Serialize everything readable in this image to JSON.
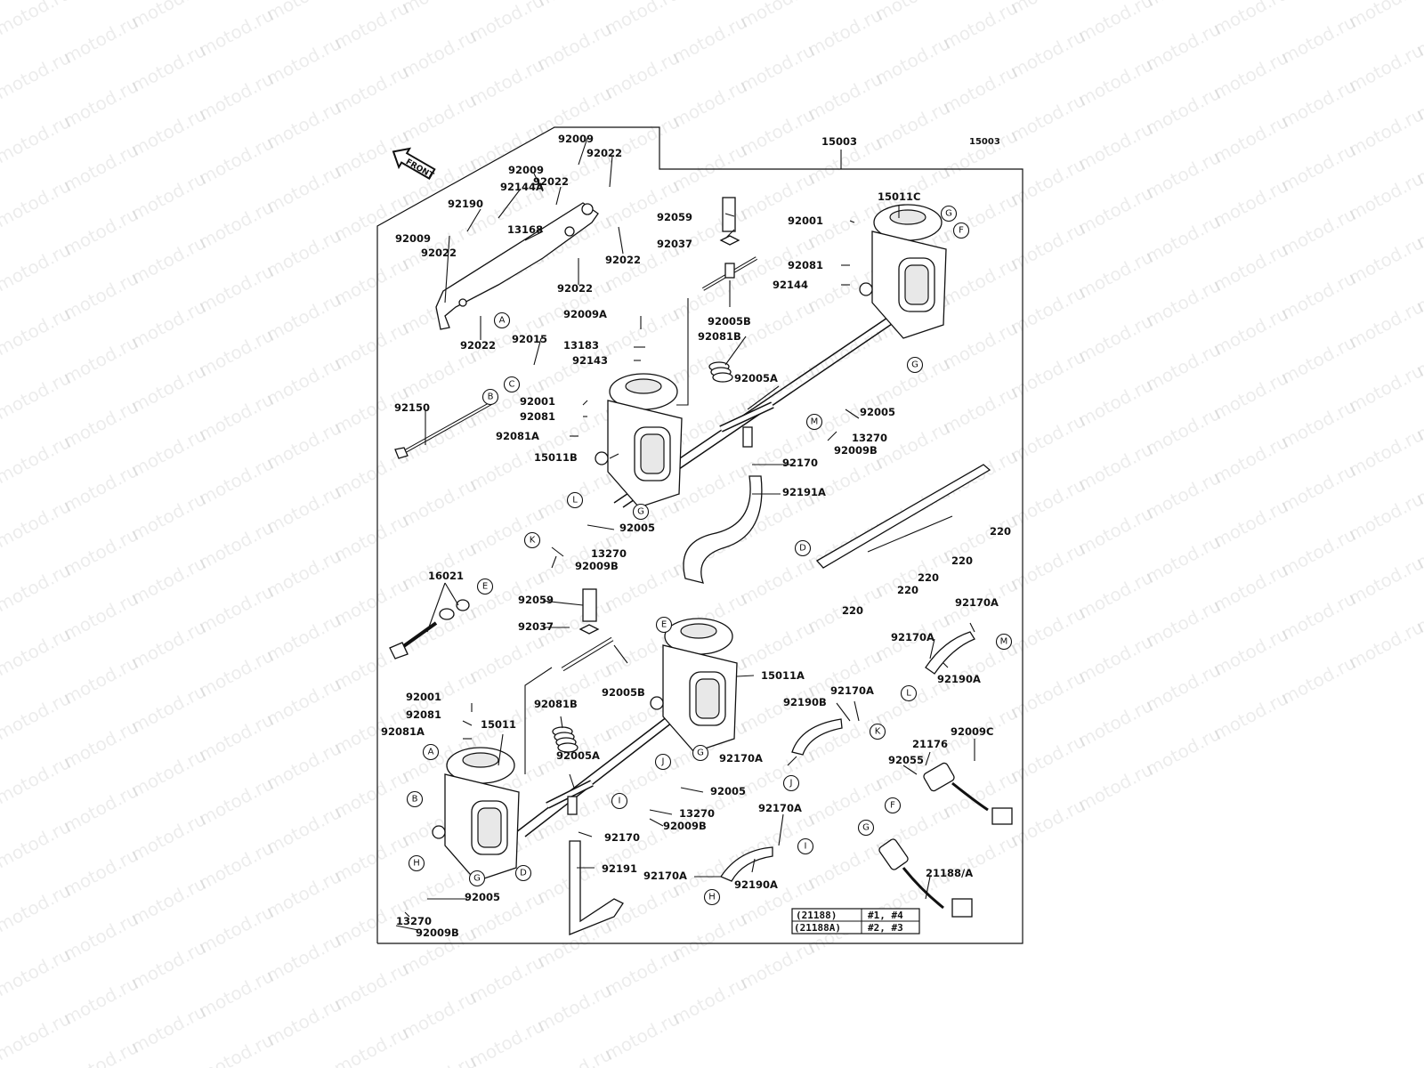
{
  "diagram_id": "E1611A",
  "watermark": "motod.ru",
  "front_label": "FRONT",
  "labels": [
    {
      "id": "p15003",
      "text": "15003"
    },
    {
      "id": "p92009-a",
      "text": "92009"
    },
    {
      "id": "p92022-a",
      "text": "92022"
    },
    {
      "id": "p92009-b",
      "text": "92009"
    },
    {
      "id": "p92144A",
      "text": "92144A"
    },
    {
      "id": "p92022-b",
      "text": "92022"
    },
    {
      "id": "p92190",
      "text": "92190"
    },
    {
      "id": "p13168",
      "text": "13168"
    },
    {
      "id": "p92009-c",
      "text": "92009"
    },
    {
      "id": "p92022-c",
      "text": "92022"
    },
    {
      "id": "p92022-d",
      "text": "92022"
    },
    {
      "id": "p92022-e",
      "text": "92022"
    },
    {
      "id": "p92022-f",
      "text": "92022"
    },
    {
      "id": "p92015",
      "text": "92015"
    },
    {
      "id": "p92150",
      "text": "92150"
    },
    {
      "id": "p92059-a",
      "text": "92059"
    },
    {
      "id": "p92037-a",
      "text": "92037"
    },
    {
      "id": "p92005B-a",
      "text": "92005B"
    },
    {
      "id": "p92009A",
      "text": "92009A"
    },
    {
      "id": "p13183",
      "text": "13183"
    },
    {
      "id": "p92081B-a",
      "text": "92081B"
    },
    {
      "id": "p92143",
      "text": "92143"
    },
    {
      "id": "p15011C",
      "text": "15011C"
    },
    {
      "id": "p92001-a",
      "text": "92001"
    },
    {
      "id": "p92081-a",
      "text": "92081"
    },
    {
      "id": "p92144",
      "text": "92144"
    },
    {
      "id": "p92005A-a",
      "text": "92005A"
    },
    {
      "id": "p92001-b",
      "text": "92001"
    },
    {
      "id": "p92081-b",
      "text": "92081"
    },
    {
      "id": "p92081A-a",
      "text": "92081A"
    },
    {
      "id": "p15011B",
      "text": "15011B"
    },
    {
      "id": "p92005-a",
      "text": "92005"
    },
    {
      "id": "p13270-a",
      "text": "13270"
    },
    {
      "id": "p92009B-a",
      "text": "92009B"
    },
    {
      "id": "p92170-a",
      "text": "92170"
    },
    {
      "id": "p92191A",
      "text": "92191A"
    },
    {
      "id": "p92005-b",
      "text": "92005"
    },
    {
      "id": "p13270-b",
      "text": "13270"
    },
    {
      "id": "p92009B-b",
      "text": "92009B"
    },
    {
      "id": "p220-a",
      "text": "220"
    },
    {
      "id": "p220-b",
      "text": "220"
    },
    {
      "id": "p220-c",
      "text": "220"
    },
    {
      "id": "p220-d",
      "text": "220"
    },
    {
      "id": "p220-e",
      "text": "220"
    },
    {
      "id": "p16021",
      "text": "16021"
    },
    {
      "id": "p92059-b",
      "text": "92059"
    },
    {
      "id": "p92037-b",
      "text": "92037"
    },
    {
      "id": "p92005B-b",
      "text": "92005B"
    },
    {
      "id": "p15011A",
      "text": "15011A"
    },
    {
      "id": "p92170A-a",
      "text": "92170A"
    },
    {
      "id": "p92170A-b",
      "text": "92170A"
    },
    {
      "id": "p92190A-a",
      "text": "92190A"
    },
    {
      "id": "p92001-c",
      "text": "92001"
    },
    {
      "id": "p92081-c",
      "text": "92081"
    },
    {
      "id": "p92081B-b",
      "text": "92081B"
    },
    {
      "id": "p92081A-b",
      "text": "92081A"
    },
    {
      "id": "p15011",
      "text": "15011"
    },
    {
      "id": "p92190B",
      "text": "92190B"
    },
    {
      "id": "p92170A-c",
      "text": "92170A"
    },
    {
      "id": "p92005A-b",
      "text": "92005A"
    },
    {
      "id": "p92170A-d",
      "text": "92170A"
    },
    {
      "id": "p21176",
      "text": "21176"
    },
    {
      "id": "p92009C",
      "text": "92009C"
    },
    {
      "id": "p92055",
      "text": "92055"
    },
    {
      "id": "p92005-c",
      "text": "92005"
    },
    {
      "id": "p13270-c",
      "text": "13270"
    },
    {
      "id": "p92009B-c",
      "text": "92009B"
    },
    {
      "id": "p92170-b",
      "text": "92170"
    },
    {
      "id": "p92170A-e",
      "text": "92170A"
    },
    {
      "id": "p92191",
      "text": "92191"
    },
    {
      "id": "p92170A-f",
      "text": "92170A"
    },
    {
      "id": "p92190A-b",
      "text": "92190A"
    },
    {
      "id": "p21188A",
      "text": "21188/A"
    },
    {
      "id": "p92005-d",
      "text": "92005"
    },
    {
      "id": "p13270-d",
      "text": "13270"
    },
    {
      "id": "p92009B-d",
      "text": "92009B"
    }
  ],
  "markers": [
    "A",
    "B",
    "C",
    "D",
    "E",
    "F",
    "G",
    "H",
    "I",
    "J",
    "K",
    "L",
    "M"
  ],
  "table": {
    "rows": [
      {
        "part": "(21188)",
        "cylinders": "#1, #4"
      },
      {
        "part": "(21188A)",
        "cylinders": "#2, #3"
      }
    ]
  }
}
